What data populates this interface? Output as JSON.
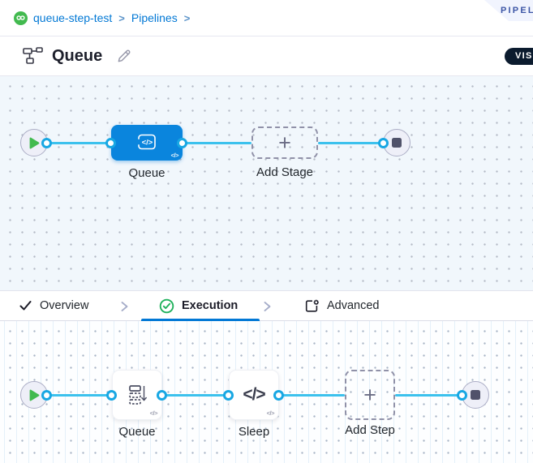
{
  "ribbon": {
    "label": "PIPELINE STUDIO"
  },
  "view_toggle": {
    "visual_label": "VISUAL"
  },
  "breadcrumb": {
    "project_label": "queue-step-test",
    "pipelines_label": "Pipelines",
    "separator": ">"
  },
  "header": {
    "title": "Queue"
  },
  "stage_canvas": {
    "stage_label": "Queue",
    "add_stage_label": "Add Stage",
    "plus": "+",
    "code_badge": "</>",
    "stage_icon_code": "</>"
  },
  "tabs": {
    "overview_label": "Overview",
    "execution_label": "Execution",
    "advanced_label": "Advanced"
  },
  "execution_canvas": {
    "queue_step_label": "Queue",
    "sleep_step_label": "Sleep",
    "sleep_icon_text": "</>",
    "add_step_label": "Add Step",
    "plus": "+",
    "code_badge": "</>"
  },
  "colors": {
    "accent_blue": "#0278D5",
    "node_blue": "#0A85DD",
    "connector_line": "#3CC1ED",
    "success_green": "#20B15C",
    "play_green": "#42BA4F",
    "dark_navy": "#0B1B2E"
  }
}
